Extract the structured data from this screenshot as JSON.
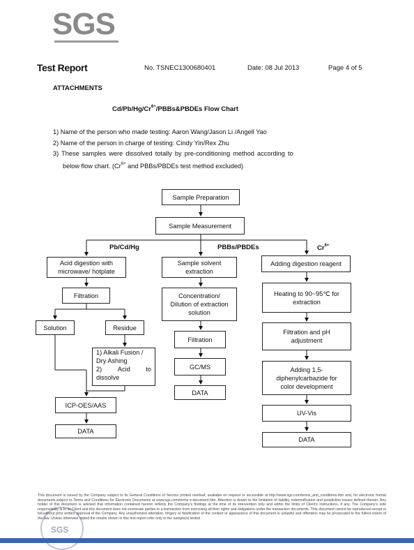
{
  "header": {
    "logo": "SGS",
    "report_title": "Test Report",
    "report_no": "No. TSNEC1300680401",
    "date": "Date: 08 Jul 2013",
    "page": "Page 4 of 5"
  },
  "attachments_label": "ATTACHMENTS",
  "flow_chart_title": {
    "prefix": "Cd/Pb/Hg/Cr",
    "sup": "6+",
    "suffix": "/PBBs&PBDEs Flow Chart"
  },
  "notes": {
    "line1": "1) Name of the person who made testing: Aaron Wang/Jason Li /Angell Yao",
    "line2": "2) Name of the person in charge of testing: Cindy Yin/Rex Zhu",
    "line3": "3) These samples were dissolved totally by pre-conditioning method according to",
    "line4_prefix": "below flow chart. (Cr",
    "line4_sup": "6+",
    "line4_suffix": " and PBBs/PBDEs test method excluded)"
  },
  "flow": {
    "sample_preparation": "Sample Preparation",
    "sample_measurement": "Sample Measurement",
    "col_pb_cd_hg": "Pb/Cd/Hg",
    "col_pbbs_pbdes": "PBBs/PBDEs",
    "col_cr": "Cr",
    "col_cr_sup": "6+",
    "left": {
      "acid_digestion_1": "Acid digestion with",
      "acid_digestion_2": "microwave/ hotplate",
      "filtration": "Filtration",
      "solution": "Solution",
      "residue": "Residue",
      "alkali_1": "1) Alkali Fusion /",
      "alkali_2": "Dry Ashing",
      "alkali_3a": "2)",
      "alkali_3b": "Acid",
      "alkali_3c": "to",
      "alkali_4": "dissolve",
      "icp": "ICP-OES/AAS",
      "data": "DATA"
    },
    "middle": {
      "solvent_1": "Sample solvent",
      "solvent_2": "extraction",
      "conc_1": "Concentration/",
      "conc_2": "Dilution of extraction",
      "conc_3": "solution",
      "filtration": "Filtration",
      "gcms": "GC/MS",
      "data": "DATA"
    },
    "right": {
      "adding_reagent": "Adding digestion reagent",
      "heating_1": "Heating to 90~95℃  for",
      "heating_2": "extraction",
      "filt_ph_1": "Filtration and pH",
      "filt_ph_2": "adjustment",
      "adding_1": "Adding 1,5-",
      "adding_2": "diphenylcarbazide for",
      "adding_3": "color development",
      "uvvis": "UV-Vis",
      "data": "DATA"
    }
  },
  "footer": {
    "text": "This document is issued by the Company subject to its General Conditions of Service printed overleaf, available on request or accessible at http://www.sgs.com/terms_and_conditions.htm and, for electronic format documents,subject to Terms and Conditions for Electronic Documents at www.sgs.com/terms e-document.htm. Attention is drawn to the limitation of liability, indemnification and jurisdiction issues defined therein. Any holder of this document is advised that information contained hereon reflects the Company's findings at the time of its intervention only and within the limits of Client's instructions, if any. The Company's sole responsibility is to its Client and this document does not exonerate parties to a transaction from exercising all their rights and obligations under the transaction documents. This document cannot be reproduced except in full,without prior written approval of the Company. Any unauthorized alteration, forgery or falsification of the content or appearance of this document is unlawful and offenders may be prosecuted to the fullest extent of the law. Unless otherwise stated the results shown in this test report refer only to the sample(s) tested .",
    "stamp": "SGS"
  }
}
